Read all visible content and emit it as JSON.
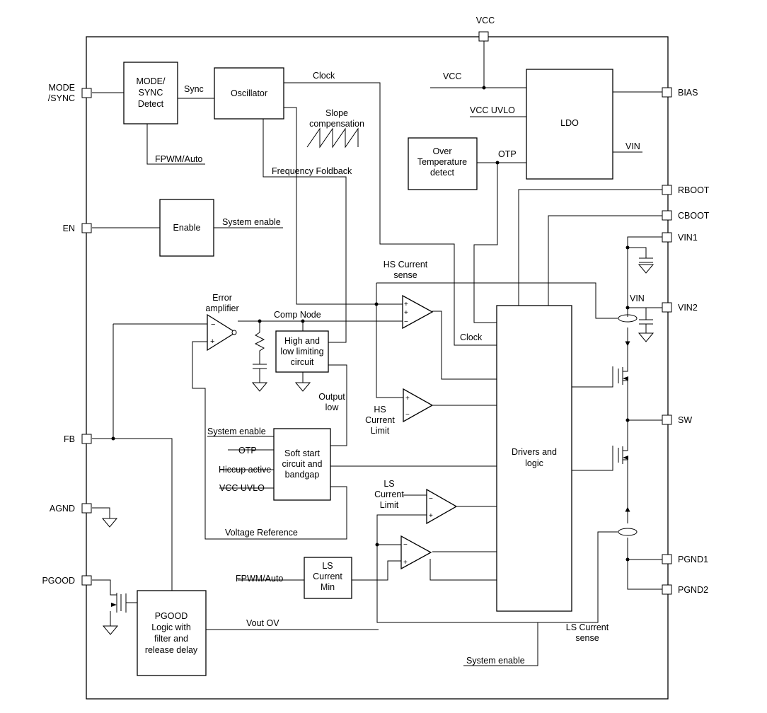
{
  "pins": {
    "vcc": "VCC",
    "mode_sync": [
      "MODE",
      "/SYNC"
    ],
    "en": "EN",
    "fb": "FB",
    "agnd": "AGND",
    "pgood": "PGOOD",
    "bias": "BIAS",
    "rboot": "RBOOT",
    "cboot": "CBOOT",
    "vin1": "VIN1",
    "vin2": "VIN2",
    "sw": "SW",
    "pgnd1": "PGND1",
    "pgnd2": "PGND2"
  },
  "blocks": {
    "mode_sync_detect": [
      "MODE/",
      "SYNC",
      "Detect"
    ],
    "oscillator": [
      "Oscillator"
    ],
    "enable": [
      "Enable"
    ],
    "ldo": [
      "LDO"
    ],
    "over_temperature": [
      "Over",
      "Temperature",
      "detect"
    ],
    "high_low_limit": [
      "High and",
      "low limiting",
      "circuit"
    ],
    "soft_start": [
      "Soft start",
      "circuit and",
      "bandgap"
    ],
    "drivers": [
      "Drivers and",
      "logic"
    ],
    "ls_current_min": [
      "LS",
      "Current",
      "Min"
    ],
    "pgood_logic": [
      "PGOOD",
      "Logic with",
      "filter and",
      "release delay"
    ]
  },
  "signals": {
    "sync": "Sync",
    "clock_top": "Clock",
    "vcc_ldo": "VCC",
    "vcc_uvlo_ldo": "VCC UVLO",
    "otp_ldo": "OTP",
    "vin_ldo": "VIN",
    "slope_compensation": [
      "Slope",
      "compensation"
    ],
    "fpwm_auto_top": "FPWM/Auto",
    "frequency_foldback": "Frequency Foldback",
    "system_enable_en": "System enable",
    "hs_current_sense": [
      "HS Current",
      "sense"
    ],
    "error_amplifier": [
      "Error",
      "amplifier"
    ],
    "comp_node": "Comp Node",
    "clock_drv": "Clock",
    "vin_node": "VIN",
    "output_low": [
      "Output",
      "low"
    ],
    "hs_current_limit": [
      "HS",
      "Current",
      "Limit"
    ],
    "ss_system_enable": "System enable",
    "ss_otp": "OTP",
    "ss_hiccup": "Hiccup active",
    "ss_vcc_uvlo": "VCC UVLO",
    "ls_current_limit": [
      "LS",
      "Current",
      "Limit"
    ],
    "voltage_reference": "Voltage Reference",
    "fpwm_auto_bottom": "FPWM/Auto",
    "vout_ov": "Vout OV",
    "ls_current_sense": [
      "LS Current",
      "sense"
    ],
    "system_enable_bottom": "System enable"
  }
}
